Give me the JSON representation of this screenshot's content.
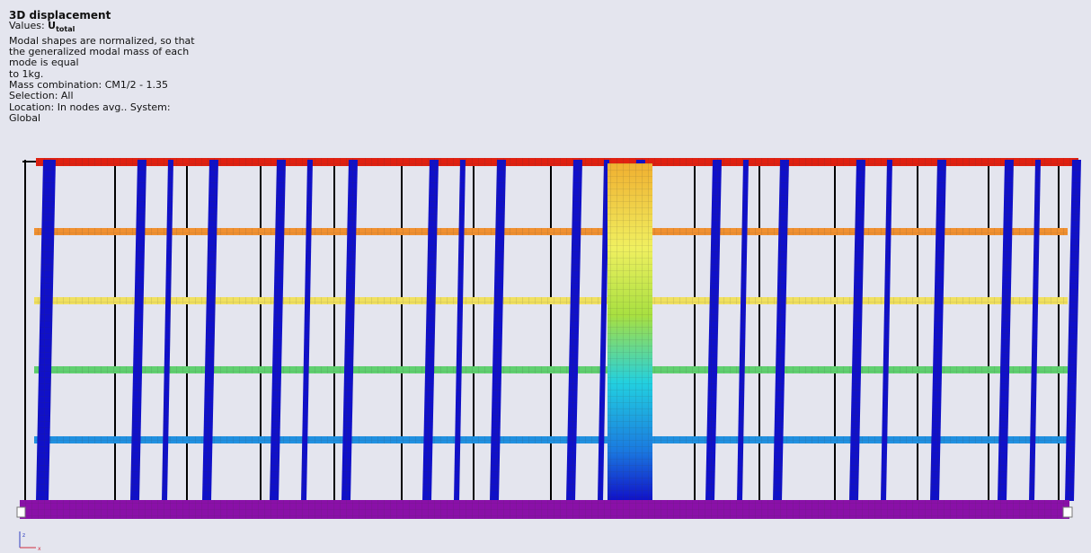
{
  "info": {
    "title": "3D displacement",
    "values_label": "Values: ",
    "values_symbol": "U",
    "values_subscript": "total",
    "lines": [
      "Modal shapes are normalized, so that",
      "the generalized  modal mass of each",
      "mode is equal",
      "to 1kg.",
      "Mass combination: CM1/2 - 1.35",
      "Selection: All",
      "Location: In nodes avg.. System:",
      "Global"
    ]
  },
  "model": {
    "description": "deformed frame mesh, mode shape",
    "colors": {
      "background": "#e4e5ee",
      "base_slab": "#8a10a8",
      "undeformed": "#000000",
      "top": "#e02010",
      "bottom": "#1010c8"
    },
    "color_scale": [
      "#1010c8",
      "#1a7ae0",
      "#22d0e0",
      "#30d080",
      "#a8e040",
      "#f0f060",
      "#f0b030",
      "#e86a20",
      "#e02010"
    ]
  },
  "axes": {
    "z_label": "z",
    "x_label": "x"
  }
}
